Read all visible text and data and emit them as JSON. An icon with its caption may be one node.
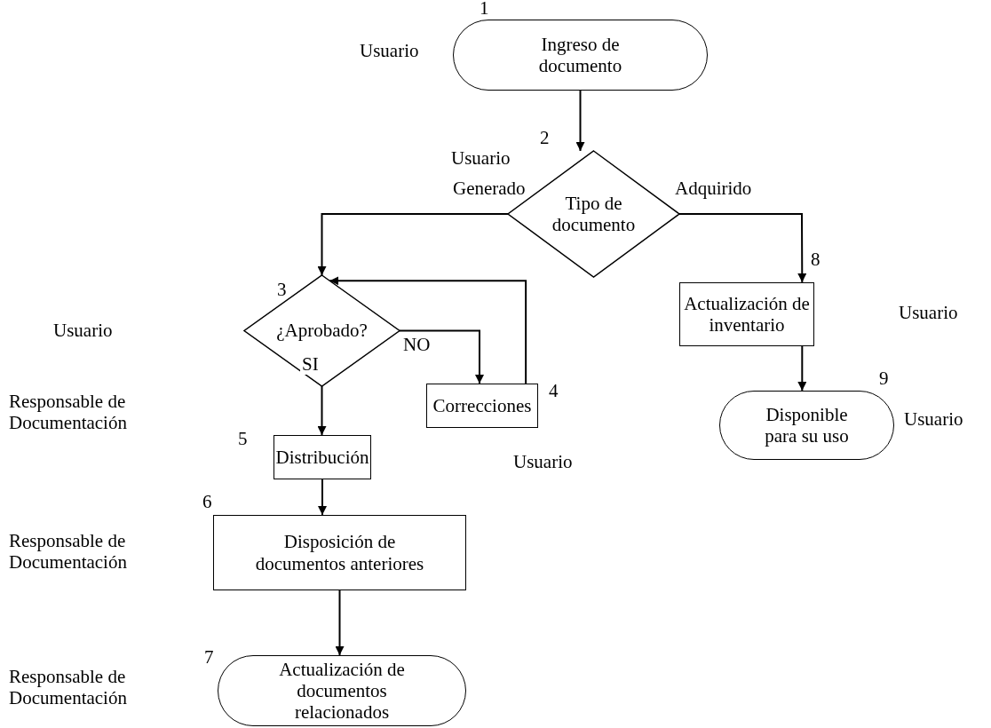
{
  "diagram": {
    "nodes": [
      {
        "text": [
          "Ingreso de documento"
        ],
        "beside": [
          "1"
        ]
      },
      {
        "text": [
          "Tipo de documento"
        ],
        "beside": [
          "2"
        ]
      },
      {
        "text": [
          "¿Aprobado?"
        ],
        "beside": [
          "3"
        ]
      },
      {
        "text": [
          "Correcciones"
        ],
        "beside": [
          "4"
        ]
      },
      {
        "text": [
          "Distribución"
        ],
        "beside": [
          "5"
        ]
      },
      {
        "text": [
          "Disposición de documentos anteriores"
        ],
        "beside": [
          "6"
        ]
      },
      {
        "text": [
          "Actualización de documentos relacionados"
        ],
        "beside": [
          "7"
        ]
      },
      {
        "text": [
          "Actualización de inventario"
        ],
        "beside": [
          "8"
        ]
      },
      {
        "text": [
          "Disponible para su uso"
        ],
        "beside": [
          "9"
        ]
      }
    ],
    "edges": [
      {
        "from": 0,
        "to": 1,
        "arrow": "to"
      },
      {
        "from": 1,
        "to": 2,
        "arrow": "to",
        "label": "Generado"
      },
      {
        "from": 1,
        "to": 7,
        "arrow": "to",
        "label": "Adquirido"
      },
      {
        "from": 2,
        "to": 3,
        "arrow": "to",
        "label": "NO"
      },
      {
        "from": 3,
        "to": 2,
        "arrow": "to"
      },
      {
        "from": 2,
        "to": 4,
        "arrow": "to",
        "label": "SI"
      },
      {
        "from": 4,
        "to": 5,
        "arrow": "to"
      },
      {
        "from": 5,
        "to": 6,
        "arrow": "to"
      },
      {
        "from": 7,
        "to": 8,
        "arrow": "to"
      }
    ],
    "labels": [
      "Usuario",
      "Usuario",
      "Usuario",
      "Usuario",
      "Responsable de Documentación",
      "Usuario",
      "Usuario",
      "Responsable de Documentación",
      "Responsable de Documentación"
    ]
  }
}
